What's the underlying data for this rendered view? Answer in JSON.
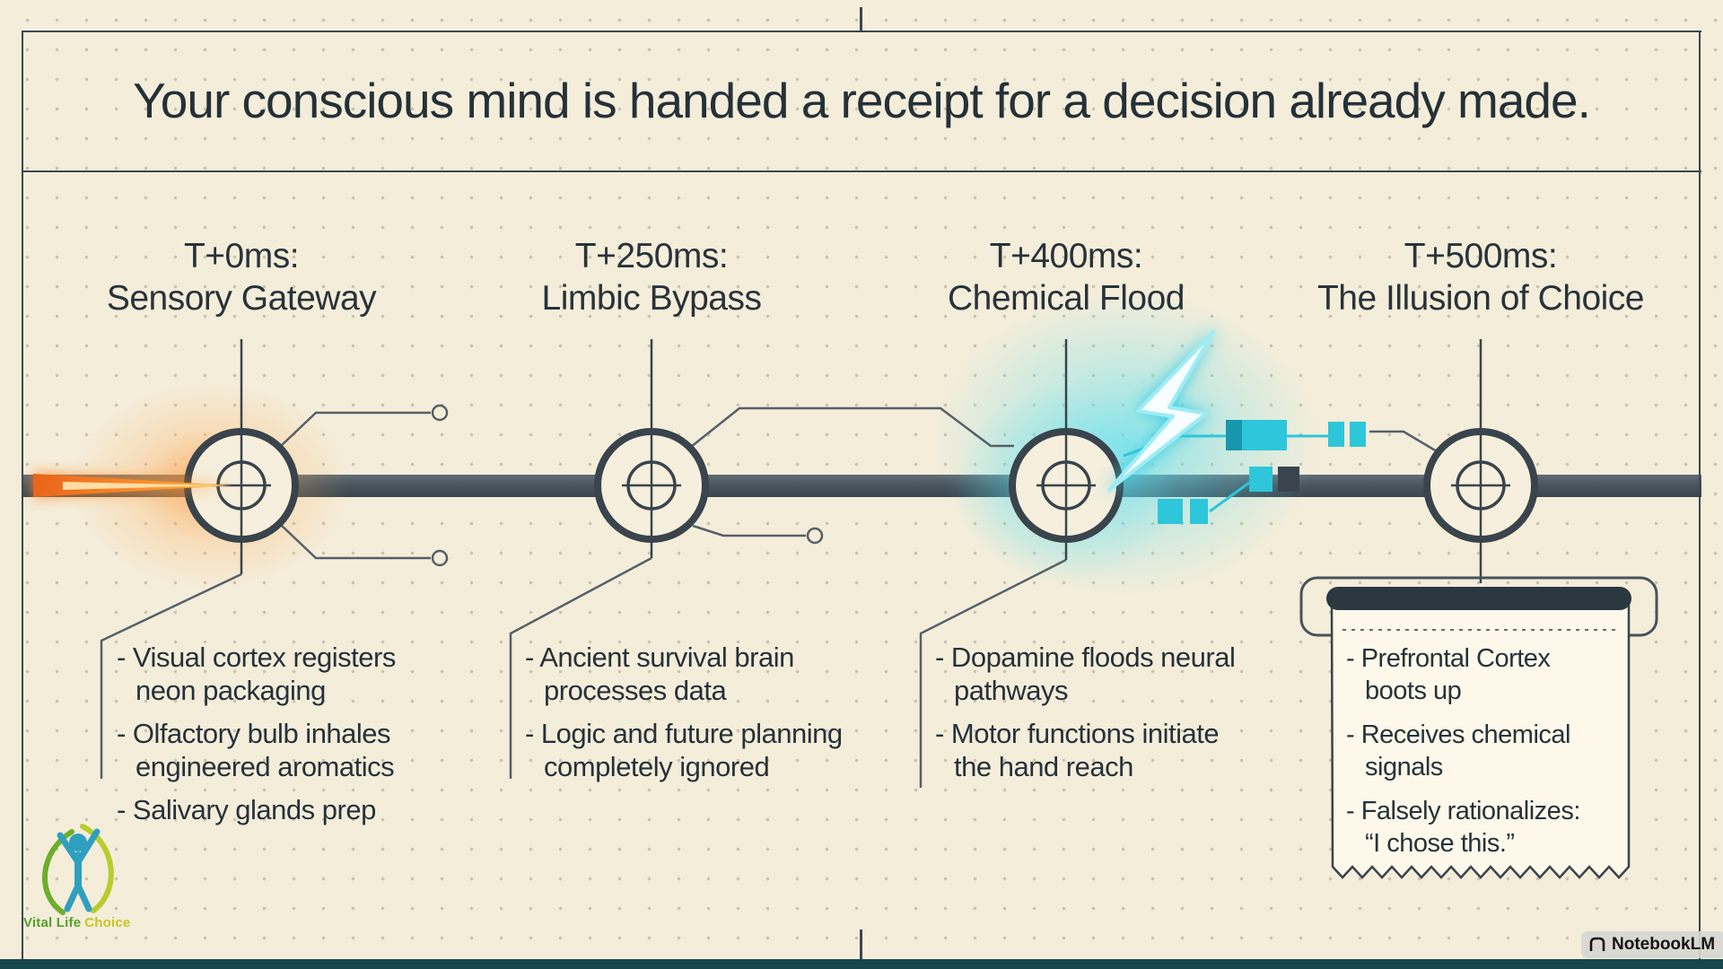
{
  "title": "Your conscious mind is handed a receipt for a decision already made.",
  "colors": {
    "background": "#f4edda",
    "ink": "#26323a",
    "frame": "#3c4750",
    "timeline_bar": "#4a555e",
    "accent_orange": "#ff8c2a",
    "accent_cyan": "#35cde2",
    "bottom_bar": "#17484d",
    "receipt_paper": "#fdf8ea"
  },
  "stages": [
    {
      "time": "T+0ms:",
      "label": "Sensory Gateway",
      "bullets": [
        "- Visual cortex registers\nneon packaging",
        "- Olfactory bulb inhales\nengineered aromatics",
        "- Salivary glands prep"
      ]
    },
    {
      "time": "T+250ms:",
      "label": "Limbic Bypass",
      "bullets": [
        "- Ancient survival brain\nprocesses data",
        "- Logic and future planning\ncompletely ignored"
      ]
    },
    {
      "time": "T+400ms:",
      "label": "Chemical Flood",
      "bullets": [
        "- Dopamine floods neural\npathways",
        "- Motor functions initiate\nthe hand reach"
      ]
    },
    {
      "time": "T+500ms:",
      "label": "The Illusion of Choice",
      "bullets": [
        "- Prefrontal Cortex\nboots up",
        "- Receives chemical\nsignals",
        "- Falsely rationalizes:\n“I chose this.”"
      ]
    }
  ],
  "branding": {
    "logo_text_primary": "Vital Life",
    "logo_text_secondary": "Choice",
    "badge": "NotebookLM",
    "badge_icon": "notebooklm-logo",
    "logo_icon": "figure-with-leaves"
  }
}
